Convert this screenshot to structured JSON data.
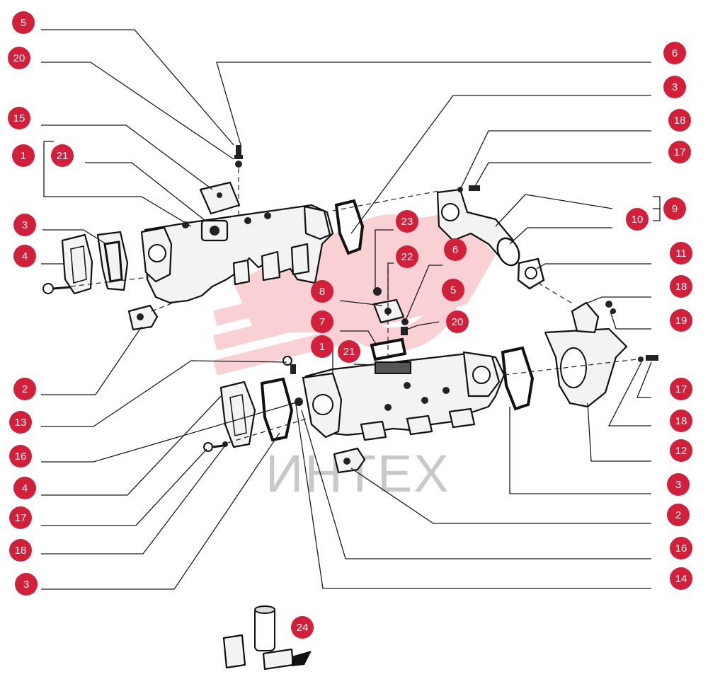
{
  "watermark": {
    "text": "ИНТЕХ",
    "color": "#e8303b"
  },
  "callout_color": "#d31f3a",
  "callouts": [
    {
      "id": "c-5-top",
      "label": "5"
    },
    {
      "id": "c-20-top",
      "label": "20"
    },
    {
      "id": "c-15",
      "label": "15"
    },
    {
      "id": "c-1-top",
      "label": "1"
    },
    {
      "id": "c-21-top",
      "label": "21"
    },
    {
      "id": "c-3-left",
      "label": "3"
    },
    {
      "id": "c-4-top",
      "label": "4"
    },
    {
      "id": "c-2-left",
      "label": "2"
    },
    {
      "id": "c-13",
      "label": "13"
    },
    {
      "id": "c-16-left",
      "label": "16"
    },
    {
      "id": "c-4-bottom",
      "label": "4"
    },
    {
      "id": "c-17-left",
      "label": "17"
    },
    {
      "id": "c-18-left",
      "label": "18"
    },
    {
      "id": "c-3-bottom-left",
      "label": "3"
    },
    {
      "id": "c-6-top",
      "label": "6"
    },
    {
      "id": "c-3-top-right",
      "label": "3"
    },
    {
      "id": "c-18-top-right",
      "label": "18"
    },
    {
      "id": "c-17-top-right",
      "label": "17"
    },
    {
      "id": "c-9",
      "label": "9"
    },
    {
      "id": "c-10",
      "label": "10"
    },
    {
      "id": "c-11",
      "label": "11"
    },
    {
      "id": "c-18-mid-right",
      "label": "18"
    },
    {
      "id": "c-19",
      "label": "19"
    },
    {
      "id": "c-17-mid-right",
      "label": "17"
    },
    {
      "id": "c-18-low-right",
      "label": "18"
    },
    {
      "id": "c-12",
      "label": "12"
    },
    {
      "id": "c-3-low-right",
      "label": "3"
    },
    {
      "id": "c-2-right",
      "label": "2"
    },
    {
      "id": "c-16-right",
      "label": "16"
    },
    {
      "id": "c-14",
      "label": "14"
    },
    {
      "id": "c-23",
      "label": "23"
    },
    {
      "id": "c-22",
      "label": "22"
    },
    {
      "id": "c-8",
      "label": "8"
    },
    {
      "id": "c-5-mid",
      "label": "5"
    },
    {
      "id": "c-7",
      "label": "7"
    },
    {
      "id": "c-20-mid",
      "label": "20"
    },
    {
      "id": "c-1-mid",
      "label": "1"
    },
    {
      "id": "c-21-mid",
      "label": "21"
    },
    {
      "id": "c-6-mid",
      "label": "6"
    },
    {
      "id": "c-24",
      "label": "24"
    }
  ]
}
